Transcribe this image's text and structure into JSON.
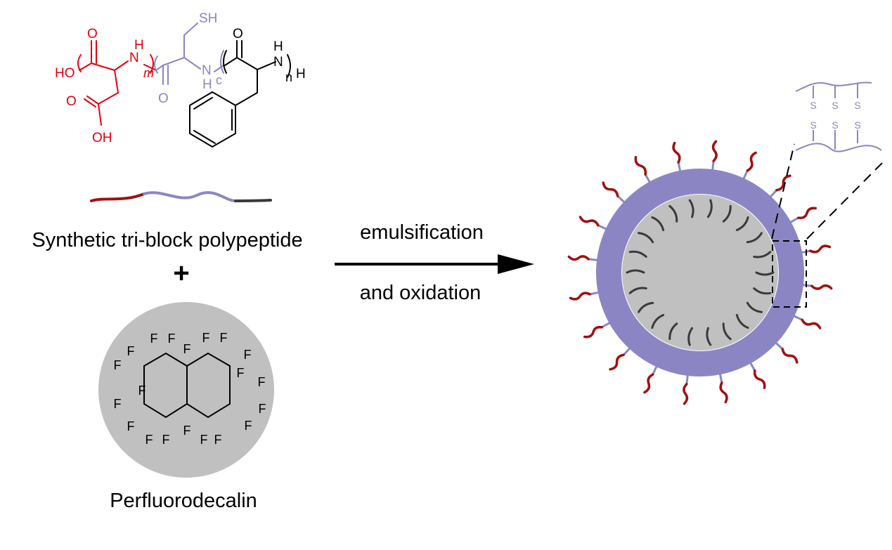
{
  "labels": {
    "polymer": "Synthetic tri-block polypeptide",
    "plus": "+",
    "core": "Perfluorodecalin",
    "arrow_top": "emulsification",
    "arrow_bottom": "and oxidation"
  },
  "structure": {
    "ho_acid": "HO",
    "o_top": "O",
    "nh_n": "N",
    "nh_h": "H",
    "sub_m": "m",
    "o_mid": "O",
    "sh": "SH",
    "cys_n": "N",
    "cys_h": "H",
    "sub_c": "c",
    "o_phe": "O",
    "phe_h": "H",
    "phe_n": "N",
    "sub_n": "n",
    "end_h": "H",
    "o_side": "O",
    "oh_side": "OH"
  },
  "fluorine": "F",
  "disulfide_atom": "S",
  "colors": {
    "red_block": "#e3000f",
    "purple_block": "#8b86c3",
    "black_block": "#000000",
    "dark_red_tail": "#a01010",
    "shell": "#8b86c3",
    "core": "#c0c0c0",
    "inner_chain": "#3a3a3a"
  }
}
